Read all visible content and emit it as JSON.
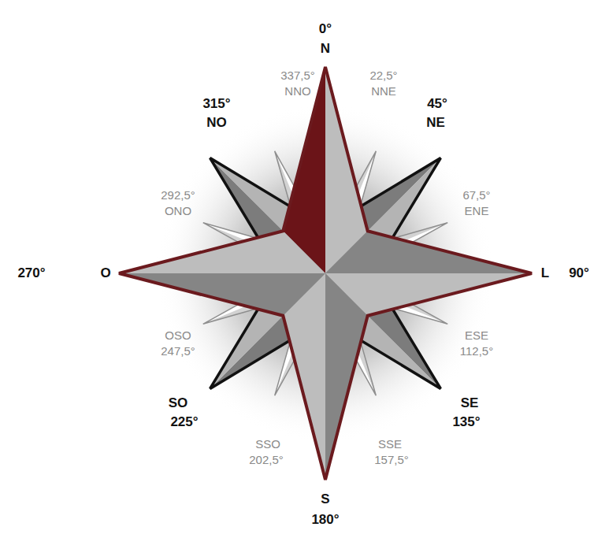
{
  "diagram": {
    "labels": [
      "0°",
      "N",
      "337,5°",
      "NNO",
      "22,5°",
      "NNE",
      "315°",
      "NO",
      "45°",
      "NE",
      "292,5°",
      "ONO",
      "67,5°",
      "ENE",
      "270°",
      "O",
      "L",
      "90°",
      "OSO",
      "247,5°",
      "ESE",
      "112,5°",
      "SO",
      "225°",
      "SSO",
      "202,5°",
      "SSE",
      "157,5°",
      "SE",
      "135°",
      "S",
      "180°"
    ]
  }
}
